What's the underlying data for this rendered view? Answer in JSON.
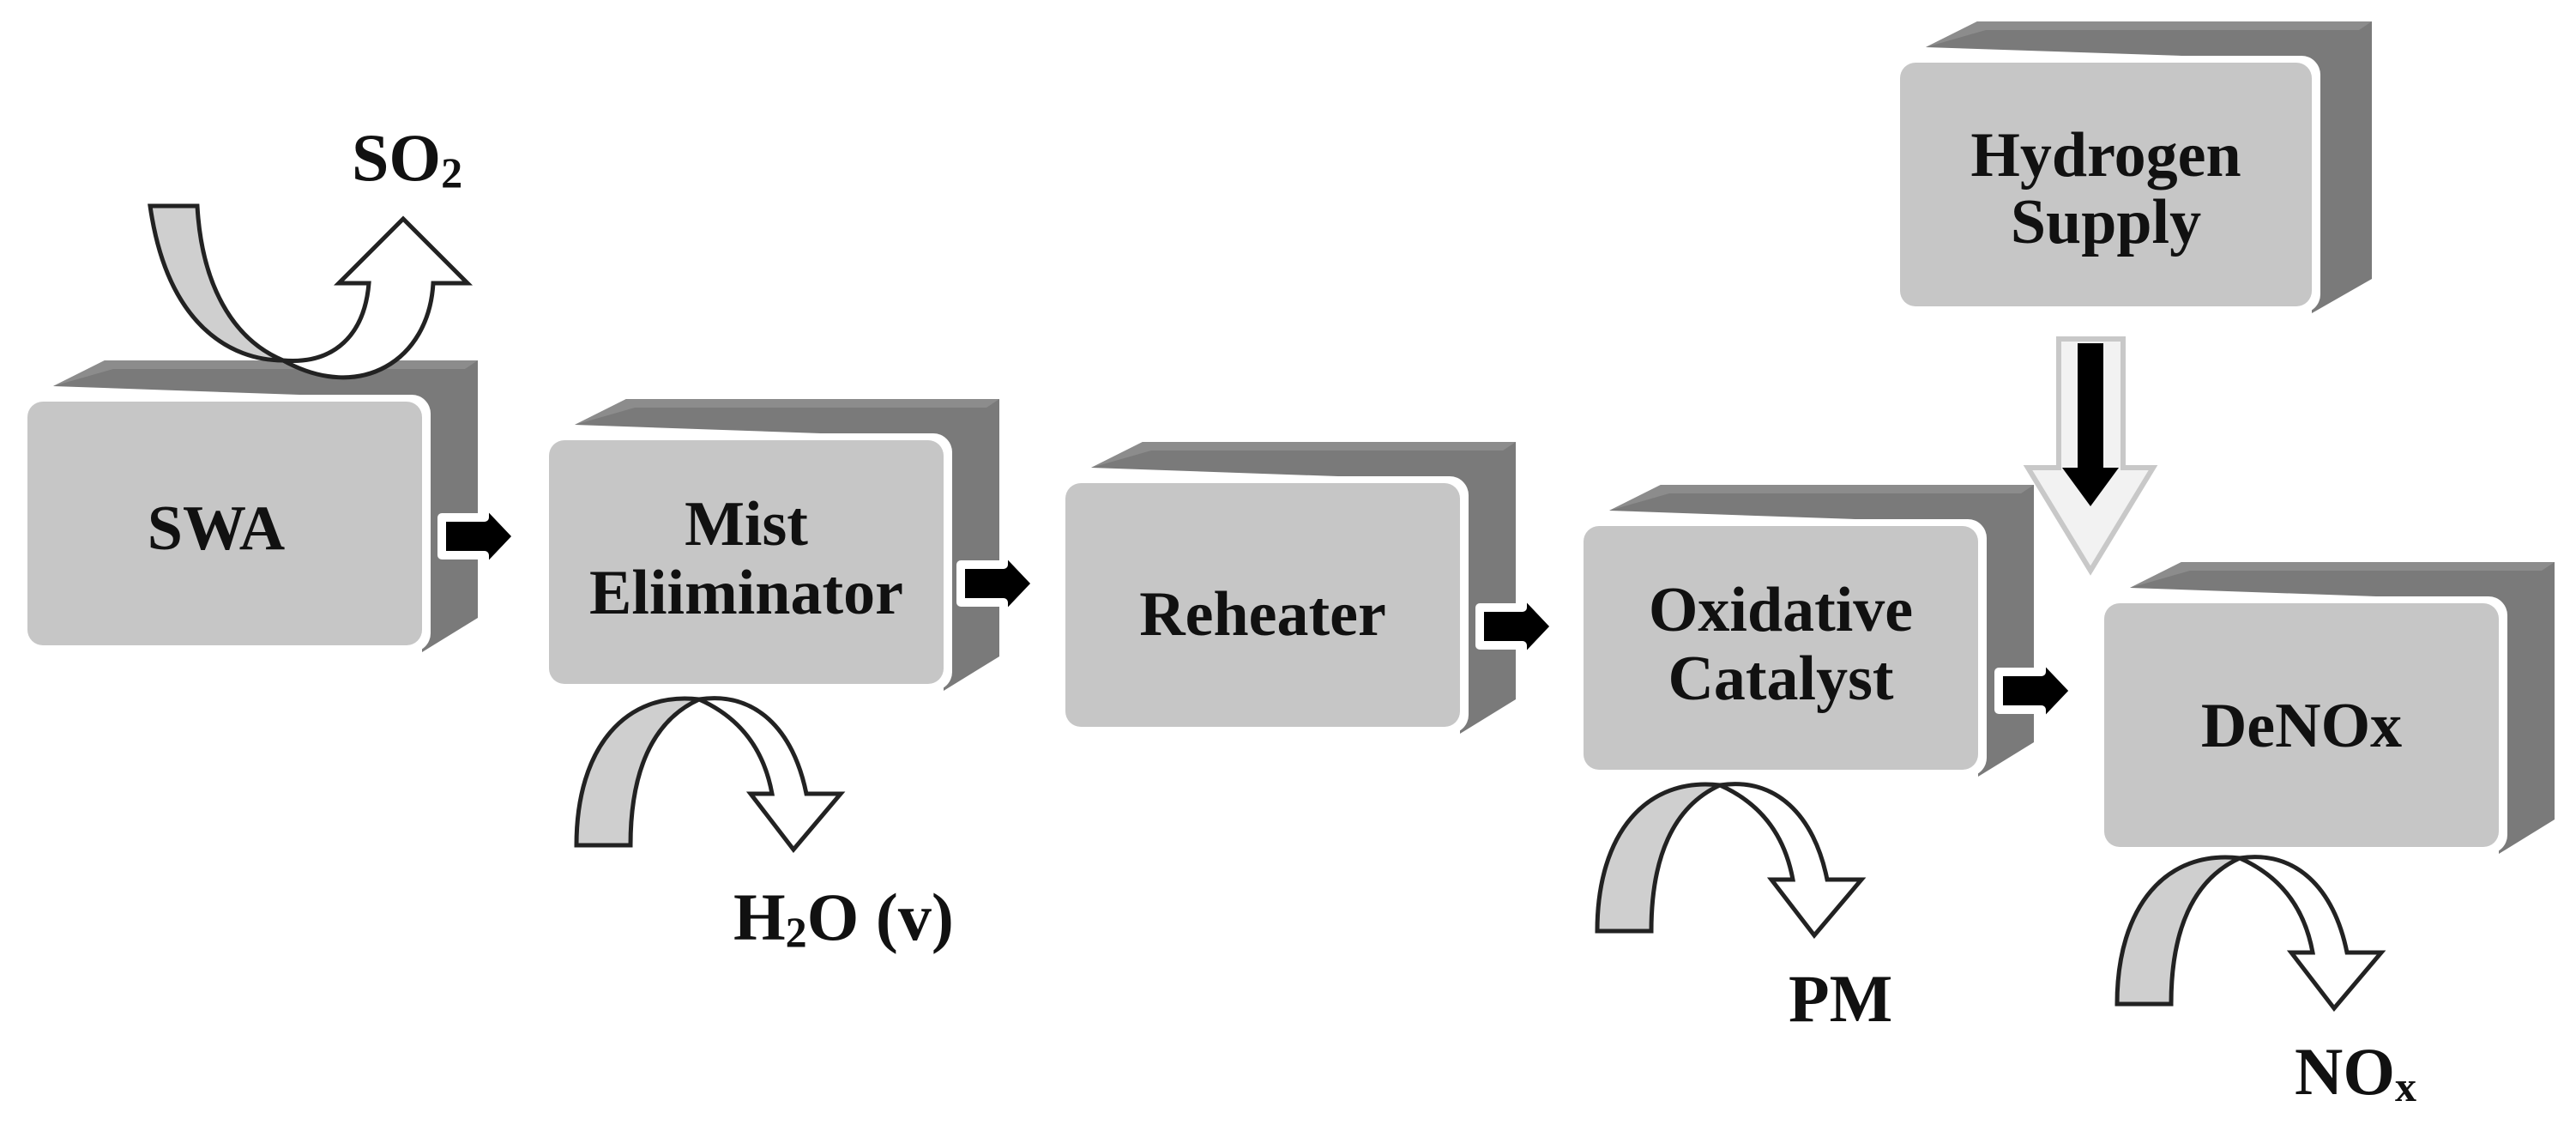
{
  "colors": {
    "box_face": "#c6c6c6",
    "box_side": "#7a7a7a",
    "box_top": "#8c8c8c",
    "text": "#111111",
    "arrow_gray": "#cfcfcf",
    "arrow_white": "#ffffff",
    "flow_arrow": "#000000"
  },
  "boxes": {
    "swa": {
      "line1": "SWA"
    },
    "mist": {
      "line1": "Mist",
      "line2": "Eliiminator"
    },
    "reheater": {
      "line1": "Reheater"
    },
    "oxidative": {
      "line1": "Oxidative",
      "line2": "Catalyst"
    },
    "denox": {
      "line1": "DeNOx"
    },
    "hydrogen": {
      "line1": "Hydrogen",
      "line2": "Supply"
    }
  },
  "outputs": {
    "so2": {
      "main": "SO",
      "sub": "2"
    },
    "h2o": {
      "main1": "H",
      "sub": "2",
      "main2": "O (v)"
    },
    "pm": {
      "main": "PM"
    },
    "nox": {
      "main": "NO",
      "sub": "x"
    }
  }
}
